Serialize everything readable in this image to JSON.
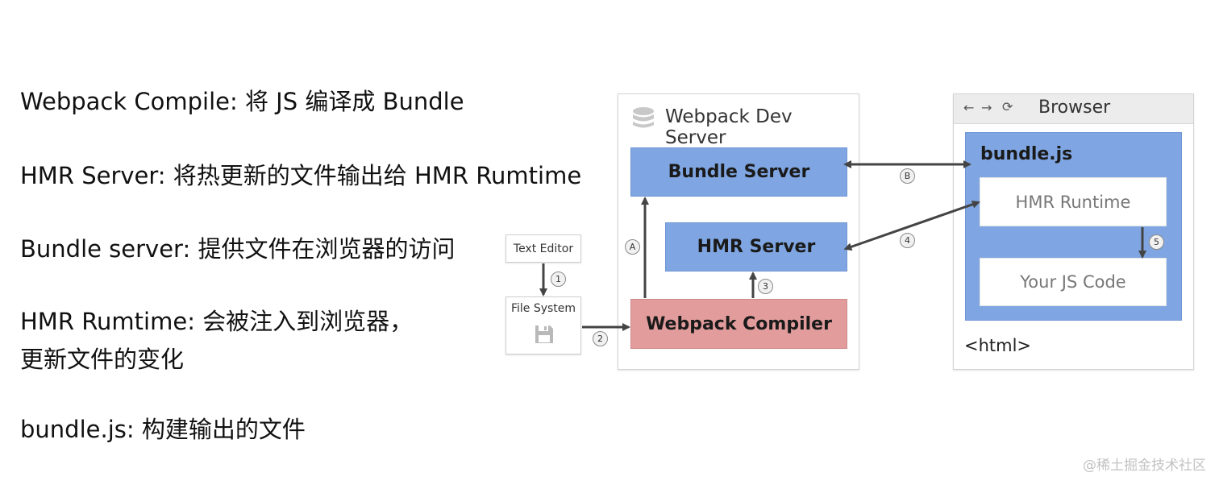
{
  "notes": [
    {
      "lines": [
        "Webpack Compile: 将 JS 编译成 Bundle"
      ]
    },
    {
      "lines": [
        "HMR Server: 将热更新的文件输出给 HMR Rumtime"
      ]
    },
    {
      "lines": [
        "Bundle server: 提供文件在浏览器的访问"
      ]
    },
    {
      "lines": [
        "HMR Rumtime: 会被注入到浏览器，",
        "更新文件的变化"
      ]
    },
    {
      "lines": [
        "bundle.js: 构建输出的文件"
      ]
    }
  ],
  "diagram": {
    "dev_server": {
      "title": "Webpack Dev Server",
      "bundle_server": "Bundle Server",
      "hmr_server": "HMR Server",
      "compiler": "Webpack Compiler"
    },
    "text_editor": "Text Editor",
    "file_system": "File System",
    "browser": {
      "title": "Browser",
      "bundle_label": "bundle.js",
      "hmr_runtime": "HMR Runtime",
      "your_code": "Your JS Code",
      "html_tag": "<html>"
    },
    "step_labels": {
      "one": "1",
      "two": "2",
      "three": "3",
      "four": "4",
      "five": "5",
      "a": "A",
      "b": "B"
    }
  },
  "watermark": "@稀土掘金技术社区",
  "colors": {
    "blue": "#7fa6e2",
    "red": "#e29c9c",
    "arrow": "#444444"
  }
}
